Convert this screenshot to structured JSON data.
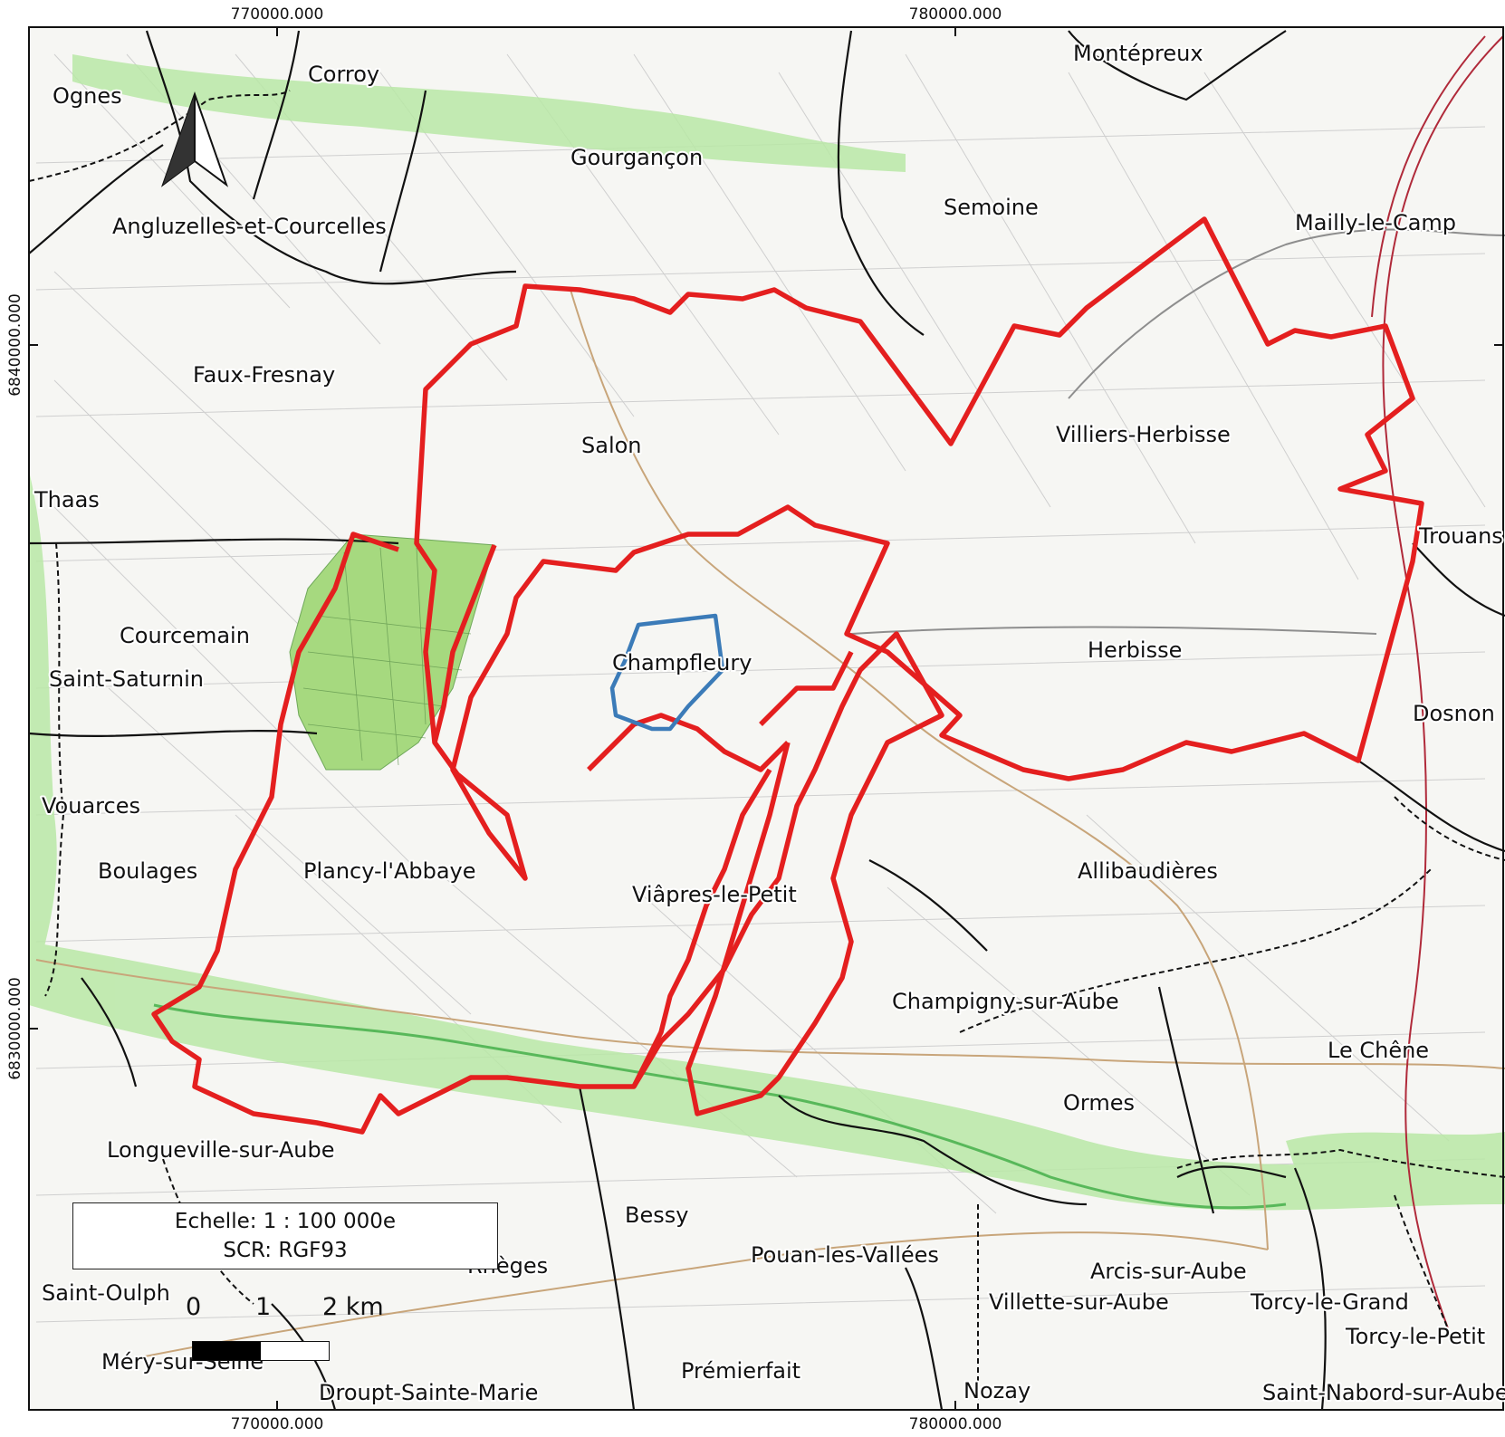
{
  "map": {
    "top_coords": [
      "770000.000",
      "780000.000"
    ],
    "bottom_coords": [
      "770000.000",
      "780000.000"
    ],
    "left_coords": [
      "6840000.000",
      "6830000.000"
    ],
    "colors": {
      "study_boundary": "#e41f1f",
      "focus_commune": "#3b7bb8",
      "forest": "#a6d97f",
      "commune_line": "#111111",
      "railway": "#b02a3a",
      "river_green": "#9fe08a"
    },
    "places": [
      {
        "name": "Ognes"
      },
      {
        "name": "Corroy"
      },
      {
        "name": "Gourgançon"
      },
      {
        "name": "Montépreux"
      },
      {
        "name": "Semoine"
      },
      {
        "name": "Mailly-le-Camp"
      },
      {
        "name": "Angluzelles-et-Courcelles"
      },
      {
        "name": "Faux-Fresnay"
      },
      {
        "name": "Salon"
      },
      {
        "name": "Villiers-Herbisse"
      },
      {
        "name": "Thaas"
      },
      {
        "name": "Trouans"
      },
      {
        "name": "Courcemain"
      },
      {
        "name": "Saint-Saturnin"
      },
      {
        "name": "Champfleury"
      },
      {
        "name": "Herbisse"
      },
      {
        "name": "Dosnon"
      },
      {
        "name": "Vouarces"
      },
      {
        "name": "Boulages"
      },
      {
        "name": "Plancy-l'Abbaye"
      },
      {
        "name": "Viâpres-le-Petit"
      },
      {
        "name": "Allibaudières"
      },
      {
        "name": "Champigny-sur-Aube"
      },
      {
        "name": "Le Chêne"
      },
      {
        "name": "Ormes"
      },
      {
        "name": "Longueville-sur-Aube"
      },
      {
        "name": "Bessy"
      },
      {
        "name": "Rhèges"
      },
      {
        "name": "Pouan-les-Vallées"
      },
      {
        "name": "Arcis-sur-Aube"
      },
      {
        "name": "Saint-Oulph"
      },
      {
        "name": "Villette-sur-Aube"
      },
      {
        "name": "Torcy-le-Grand"
      },
      {
        "name": "Torcy-le-Petit"
      },
      {
        "name": "Méry-sur-Seine"
      },
      {
        "name": "Prémierfait"
      },
      {
        "name": "Droupt-Sainte-Marie"
      },
      {
        "name": "Nozay"
      },
      {
        "name": "Saint-Nabord-sur-Aube"
      }
    ]
  },
  "legend": {
    "scale_text": "Echelle: 1 : 100 000e",
    "crs_text": "SCR: RGF93",
    "ticks": [
      "0",
      "1",
      "2 km"
    ]
  }
}
